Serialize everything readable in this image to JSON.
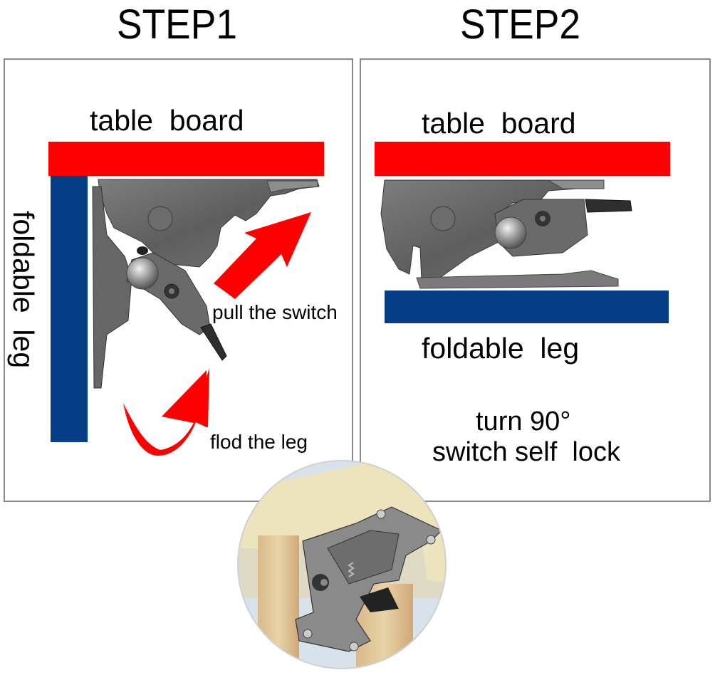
{
  "steps": [
    {
      "title": "STEP1",
      "top_label": "table  board",
      "side_label": "foldable  leg",
      "annotations": [
        "pull the switch",
        "flod the leg"
      ]
    },
    {
      "title": "STEP2",
      "top_label": "table  board",
      "bottom_label": "foldable  leg",
      "caption_line1": "turn 90°",
      "caption_line2": "switch self  lock"
    }
  ],
  "colors": {
    "table_board": "#ff0000",
    "foldable_leg": "#053d87",
    "arrow": "#ff0000",
    "panel_border": "#8a8a8a",
    "hinge_metal": "#6e6e6e"
  },
  "icons": [
    "arrow-up-right-icon",
    "curved-arrow-icon",
    "hinge-photo",
    "mounted-hinge-photo"
  ]
}
